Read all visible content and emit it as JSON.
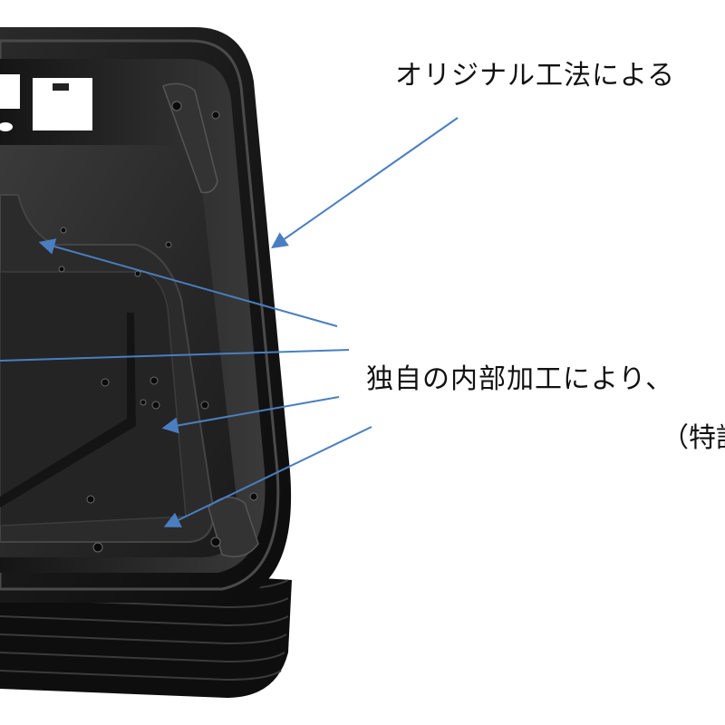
{
  "annotations": {
    "label_top": "オリジナル工法による",
    "label_middle": "独自の内部加工により、",
    "label_bottom": "（特許"
  },
  "colors": {
    "background": "#ffffff",
    "case_body": "#1c1c1c",
    "case_rim": "#2e2e2e",
    "arrow": "#4a7ec0"
  },
  "image": {
    "subject": "black machined aluminum enclosure interior",
    "icons": [
      "arrow-icon"
    ]
  }
}
